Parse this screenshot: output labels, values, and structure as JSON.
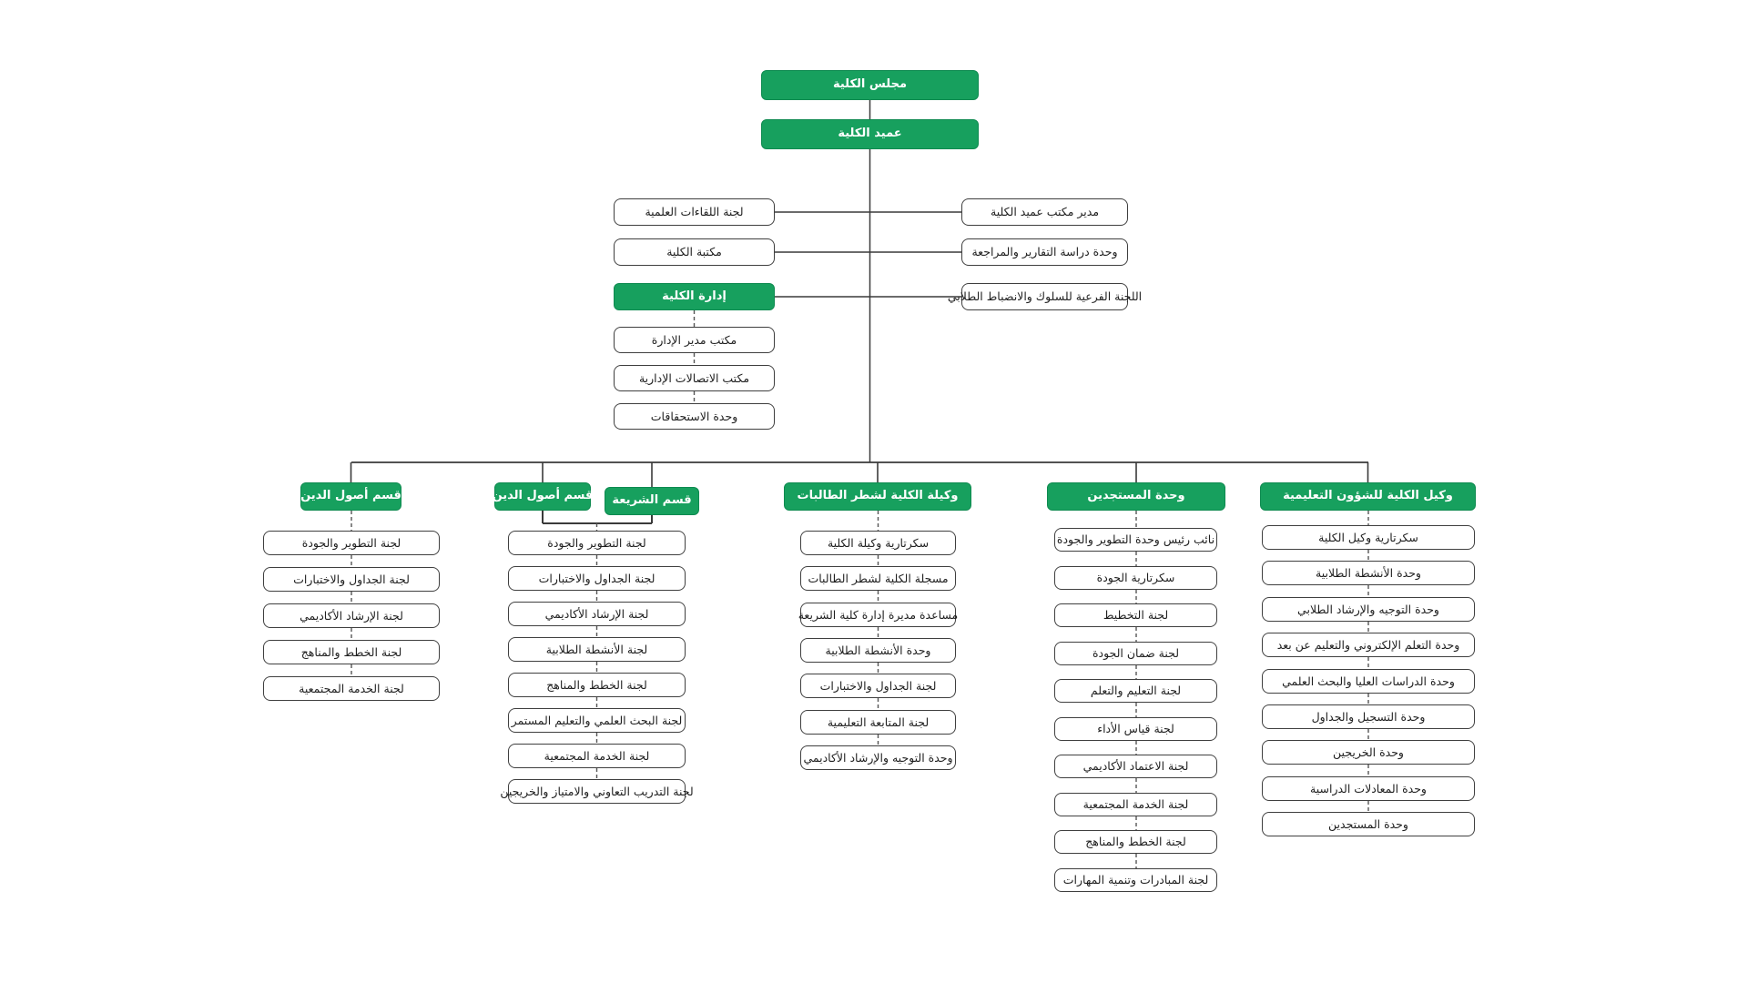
{
  "colors": {
    "header_green": "#17a05e",
    "header_green_border": "#0e8a50",
    "box_border": "#3f3f3f",
    "line": "#3a3a3a",
    "dashed_line": "#555555",
    "box_text": "#1f1f1f",
    "header_text": "#ffffff"
  },
  "org": {
    "council": "مجلس الكلية",
    "dean": "عميد الكلية",
    "dean_side_left": [
      "لجنة اللقاءات العلمية",
      "مكتبة الكلية",
      "إدارة الكلية"
    ],
    "dean_side_right": [
      "مدير مكتب عميد الكلية",
      "وحدة دراسة التقارير والمراجعة",
      "اللجنة الفرعية للسلوك والانضباط الطلابي"
    ],
    "administration_chain": [
      "مكتب مدير الإدارة",
      "مكتب الاتصالات الإدارية",
      "وحدة الاستحقاقات"
    ],
    "columns": [
      {
        "headers": [
          "قسم أصول الدين"
        ],
        "children": [
          "لجنة التطوير والجودة",
          "لجنة الجداول والاختبارات",
          "لجنة الإرشاد الأكاديمي",
          "لجنة الخطط والمناهج",
          "لجنة الخدمة المجتمعية"
        ]
      },
      {
        "headers": [
          "قسم أصول الدين",
          "قسم الشريعة"
        ],
        "children": [
          "لجنة التطوير والجودة",
          "لجنة الجداول والاختبارات",
          "لجنة الإرشاد الأكاديمي",
          "لجنة الأنشطة الطلابية",
          "لجنة الخطط والمناهج",
          "لجنة البحث العلمي والتعليم المستمر",
          "لجنة الخدمة المجتمعية",
          "لجنة التدريب التعاوني والامتياز والخريجين"
        ]
      },
      {
        "headers": [
          "وكيلة الكلية لشطر الطالبات"
        ],
        "children": [
          "سكرتارية وكيلة الكلية",
          "مسجلة الكلية لشطر الطالبات",
          "مساعدة مديرة إدارة كلية الشريعة",
          "وحدة الأنشطة الطلابية",
          "لجنة الجداول والاختبارات",
          "لجنة المتابعة التعليمية",
          "وحدة التوجيه والإرشاد الأكاديمي"
        ]
      },
      {
        "headers": [
          "وحدة المستجدين"
        ],
        "children": [
          "نائب رئيس وحدة التطوير والجودة",
          "سكرتارية الجودة",
          "لجنة التخطيط",
          "لجنة ضمان الجودة",
          "لجنة التعليم والتعلم",
          "لجنة قياس الأداء",
          "لجنة الاعتماد الأكاديمي",
          "لجنة الخدمة المجتمعية",
          "لجنة الخطط والمناهج",
          "لجنة المبادرات وتنمية المهارات"
        ]
      },
      {
        "headers": [
          "وكيل الكلية للشؤون التعليمية"
        ],
        "children": [
          "سكرتارية وكيل الكلية",
          "وحدة الأنشطة الطلابية",
          "وحدة التوجيه والإرشاد الطلابي",
          "وحدة التعلم الإلكتروني والتعليم عن بعد",
          "وحدة الدراسات العليا والبحث العلمي",
          "وحدة التسجيل والجداول",
          "وحدة الخريجين",
          "وحدة المعادلات الدراسية",
          "وحدة المستجدين"
        ]
      }
    ]
  }
}
